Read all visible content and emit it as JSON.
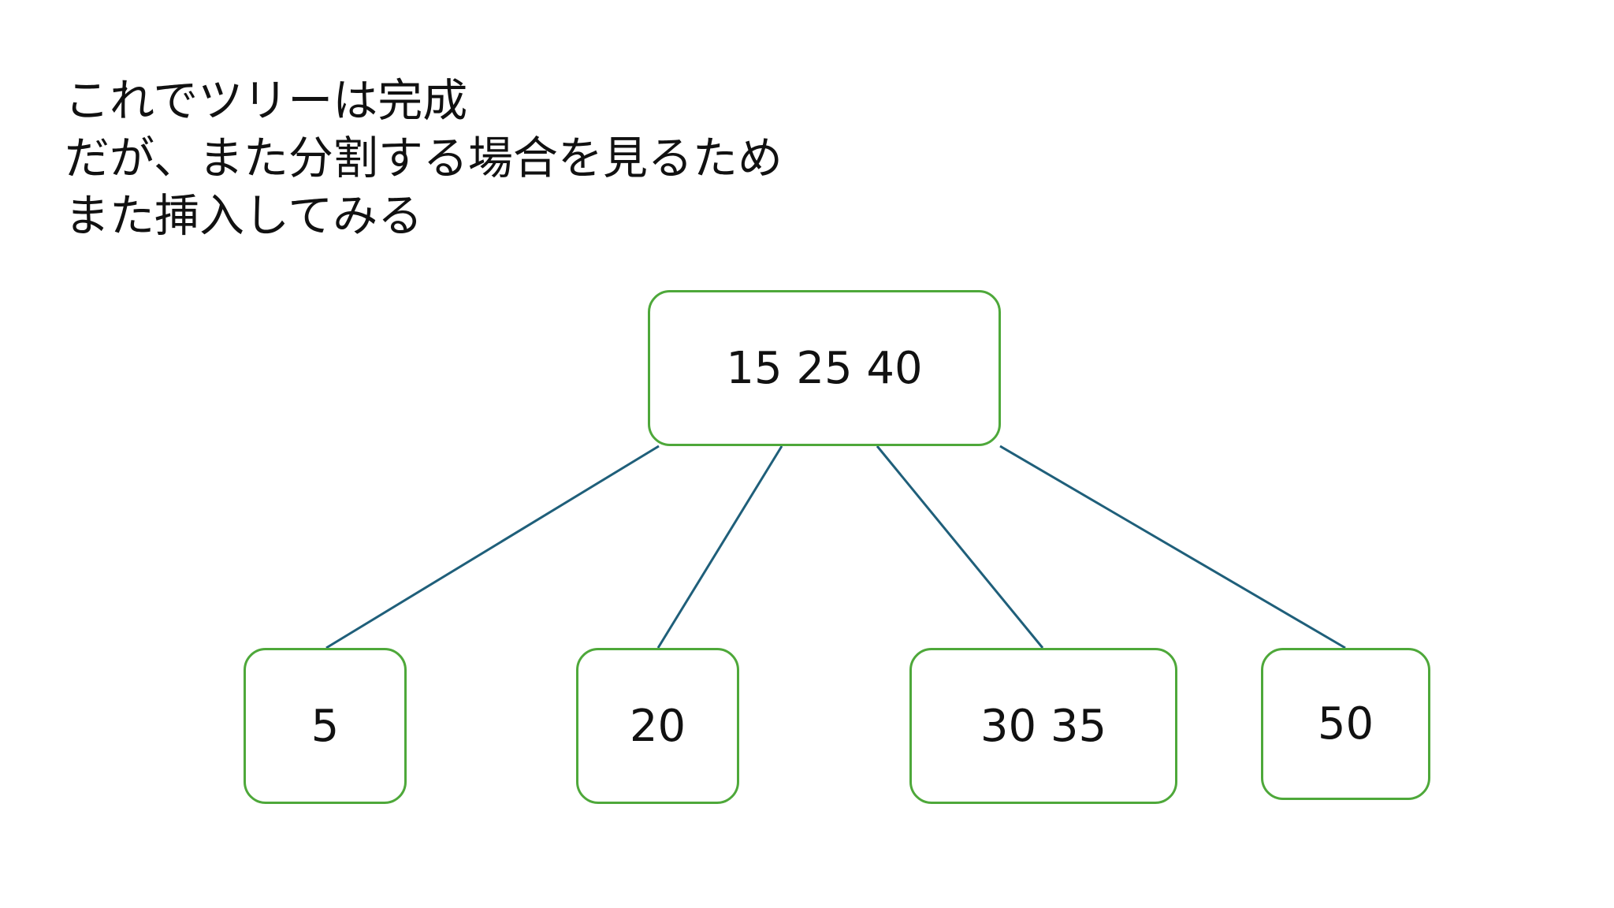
{
  "caption": {
    "lines": [
      "これでツリーは完成",
      "だが、また分割する場合を見るため",
      "また挿入してみる"
    ]
  },
  "tree": {
    "root": {
      "label": "15 25 40"
    },
    "children": [
      {
        "label": "5"
      },
      {
        "label": "20"
      },
      {
        "label": "30 35"
      },
      {
        "label": "50"
      }
    ]
  },
  "colors": {
    "node_border": "#4ea83a",
    "edge": "#1f5f7a",
    "text": "#111111",
    "background": "#ffffff"
  }
}
